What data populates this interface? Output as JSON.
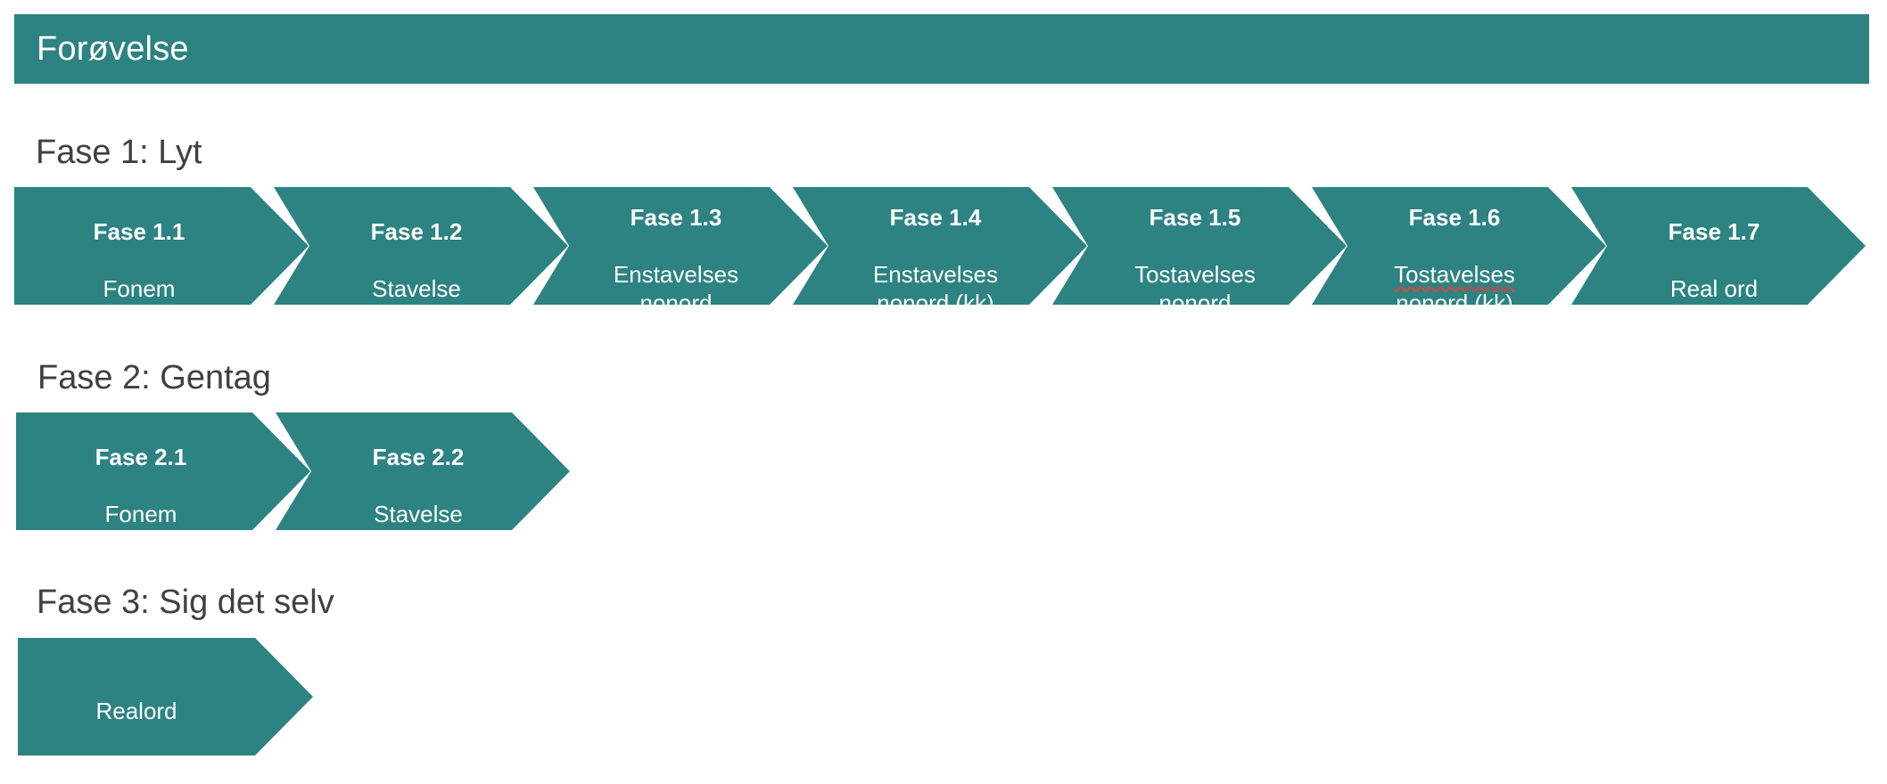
{
  "banner": {
    "title": "Forøvelse"
  },
  "phases": [
    {
      "heading": "Fase 1: Lyt",
      "steps": [
        {
          "title": "Fase 1.1",
          "label": "Fonem"
        },
        {
          "title": "Fase 1.2",
          "label": "Stavelse"
        },
        {
          "title": "Fase 1.3",
          "label": "Enstavelses\nnonord"
        },
        {
          "title": "Fase 1.4",
          "label": "Enstavelses\nnonord (kk)"
        },
        {
          "title": "Fase 1.5",
          "label": "Tostavelses\nnonord"
        },
        {
          "title": "Fase 1.6",
          "label": "Tostavelses\nnonord (kk)"
        },
        {
          "title": "Fase 1.7",
          "label": "Real ord"
        }
      ]
    },
    {
      "heading": "Fase 2: Gentag",
      "steps": [
        {
          "title": "Fase 2.1",
          "label": "Fonem"
        },
        {
          "title": "Fase 2.2",
          "label": "Stavelse"
        }
      ]
    },
    {
      "heading": "Fase 3: Sig det selv",
      "steps": [
        {
          "title": "",
          "label": "Realord"
        }
      ]
    }
  ],
  "colors": {
    "primary": "#2c8381",
    "heading_text": "#404040",
    "shape_text": "#ffffff"
  }
}
